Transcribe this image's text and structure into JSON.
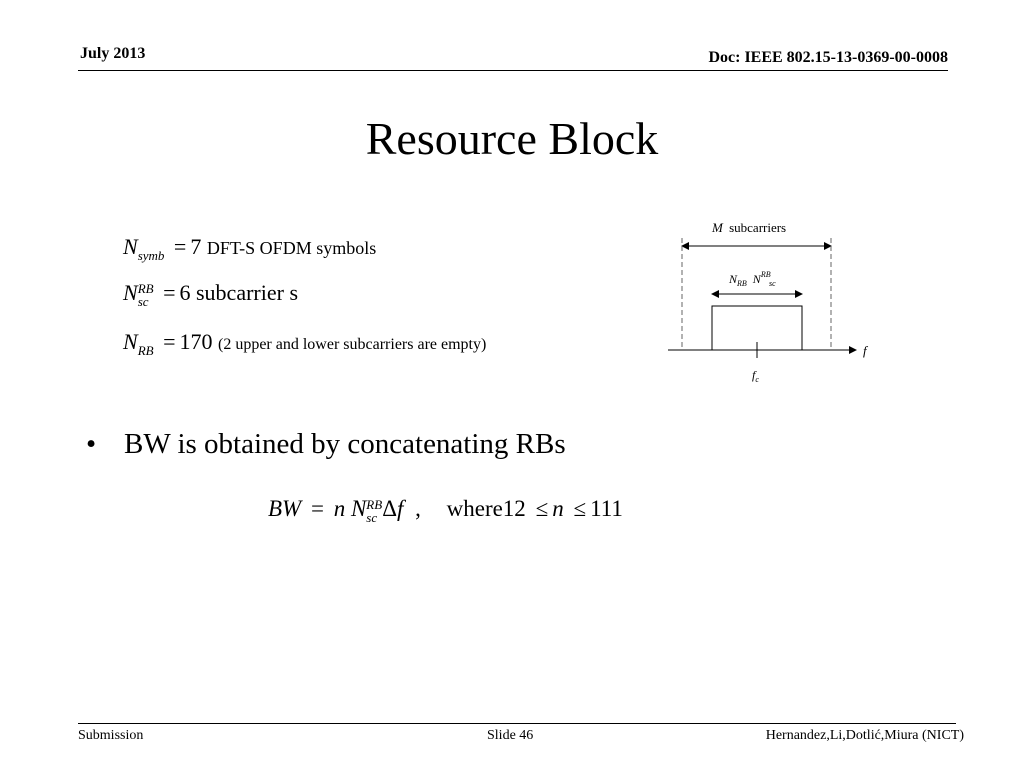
{
  "header": {
    "date": "July 2013",
    "doc": "Doc: IEEE 802.15-13-0369-00-0008"
  },
  "title": "Resource Block",
  "params": {
    "symb": {
      "base": "N",
      "sub": "symb",
      "eq": "=",
      "value": "7",
      "note": "DFT-S OFDM symbols"
    },
    "sc": {
      "base": "N",
      "sup": "RB",
      "sub": "sc",
      "eq": "=",
      "value": "6",
      "unit": "subcarrier s"
    },
    "rb": {
      "base": "N",
      "sub": "RB",
      "eq": "=",
      "value": "170",
      "note": "(2 upper and lower subcarriers are empty)"
    }
  },
  "diagram": {
    "m_label_var": "M",
    "m_label_text": "subcarriers",
    "rb_label_n1": "N",
    "rb_label_sub1": "RB",
    "rb_label_n2": "N",
    "rb_label_sup2": "RB",
    "rb_label_sub2": "sc",
    "freq_label": "f",
    "center_label": "f",
    "center_sub": "c"
  },
  "bullet": {
    "marker": "•",
    "text": "BW is obtained by concatenating RBs"
  },
  "bw_equation": {
    "lhs": "BW",
    "eq": "=",
    "n": "n",
    "N": "N",
    "sup": "RB",
    "sub": "sc",
    "delta": "Δ",
    "f": "f",
    "comma": ",",
    "where": "where12",
    "le1": "≤",
    "n2": "n",
    "le2": "≤",
    "max": "111"
  },
  "footer": {
    "left": "Submission",
    "middle": "Slide 46",
    "right": "Hernandez,Li,Dotlić,Miura (NICT)"
  }
}
